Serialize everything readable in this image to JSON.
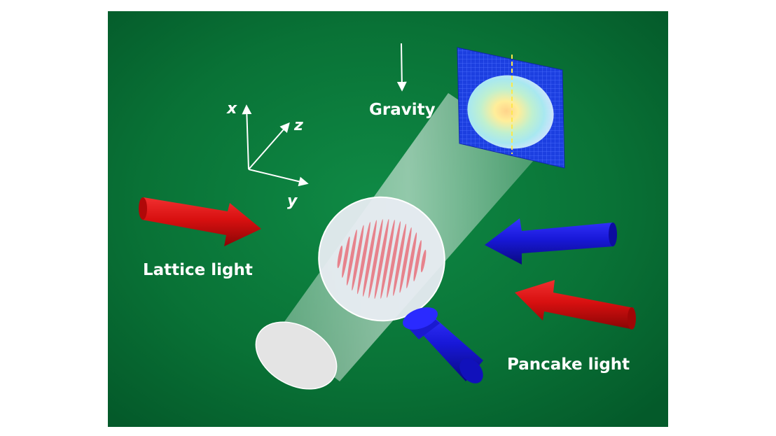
{
  "labels": {
    "gravity": "Gravity",
    "lattice_light": "Lattice light",
    "pancake_light": "Pancake light"
  },
  "axes": {
    "x": "x",
    "y": "y",
    "z": "z"
  },
  "colors": {
    "background": "#0a7a3c",
    "lattice_beam": "#d81414",
    "pancake_beam": "#1616c8",
    "detector_grid": "#1a3ad8",
    "fringes": "#e8707a"
  }
}
